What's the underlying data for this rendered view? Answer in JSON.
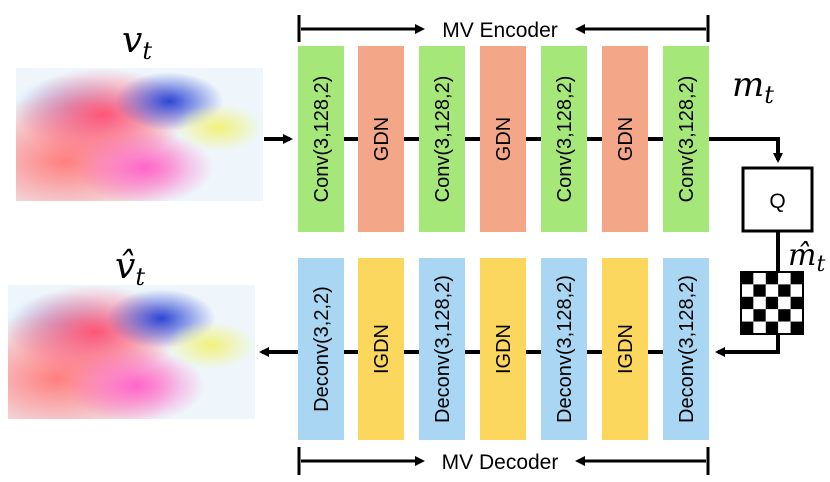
{
  "encoder": {
    "title": "MV Encoder",
    "blocks": [
      {
        "label": "Conv(3,128,2)",
        "kind": "conv"
      },
      {
        "label": "GDN",
        "kind": "gdn"
      },
      {
        "label": "Conv(3,128,2)",
        "kind": "conv"
      },
      {
        "label": "GDN",
        "kind": "gdn"
      },
      {
        "label": "Conv(3,128,2)",
        "kind": "conv"
      },
      {
        "label": "GDN",
        "kind": "gdn"
      },
      {
        "label": "Conv(3,128,2)",
        "kind": "conv"
      }
    ]
  },
  "decoder": {
    "title": "MV Decoder",
    "blocks": [
      {
        "label": "Deconv(3,2,2)",
        "kind": "deconv"
      },
      {
        "label": "IGDN",
        "kind": "igdn"
      },
      {
        "label": "Deconv(3,128,2)",
        "kind": "deconv"
      },
      {
        "label": "IGDN",
        "kind": "igdn"
      },
      {
        "label": "Deconv(3,128,2)",
        "kind": "deconv"
      },
      {
        "label": "IGDN",
        "kind": "igdn"
      },
      {
        "label": "Deconv(3,128,2)",
        "kind": "deconv"
      }
    ]
  },
  "quantizer": {
    "label": "Q"
  },
  "symbols": {
    "input_var": "v",
    "input_sub": "t",
    "output_var": "v̂",
    "output_sub": "t",
    "latent_var": "m",
    "latent_sub": "t",
    "quant_var": "m̂",
    "quant_sub": "t"
  },
  "colors": {
    "conv": "#a6e77a",
    "gdn": "#f3a788",
    "deconv": "#a9d6f2",
    "igdn": "#fbd75e"
  }
}
